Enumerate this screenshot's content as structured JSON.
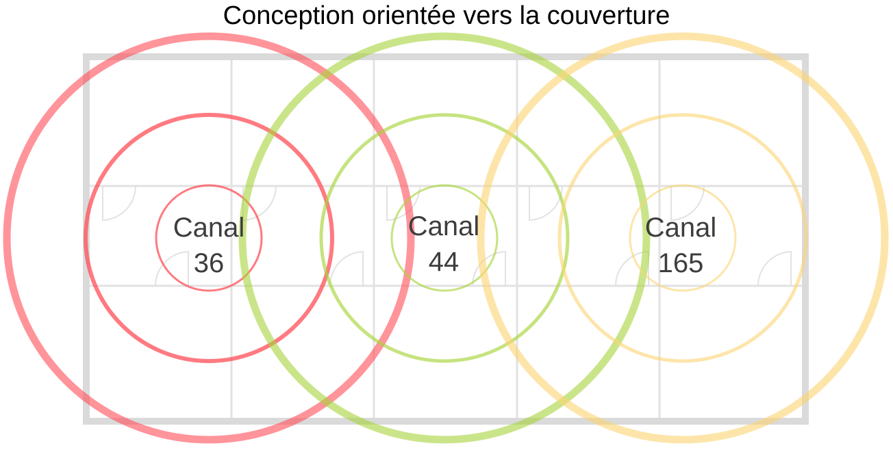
{
  "title": "Conception orientée vers la couverture",
  "colors": {
    "wall": "#dadada",
    "inner_wall": "#e2e2e2",
    "red": "#ff4d57",
    "green": "#a7d43a",
    "yellow": "#fcd472",
    "label": "#3d3d3d"
  },
  "channels": [
    {
      "label_line1": "Canal",
      "label_line2": "36",
      "color": "red"
    },
    {
      "label_line1": "Canal",
      "label_line2": "44",
      "color": "green"
    },
    {
      "label_line1": "Canal",
      "label_line2": "165",
      "color": "yellow"
    }
  ]
}
